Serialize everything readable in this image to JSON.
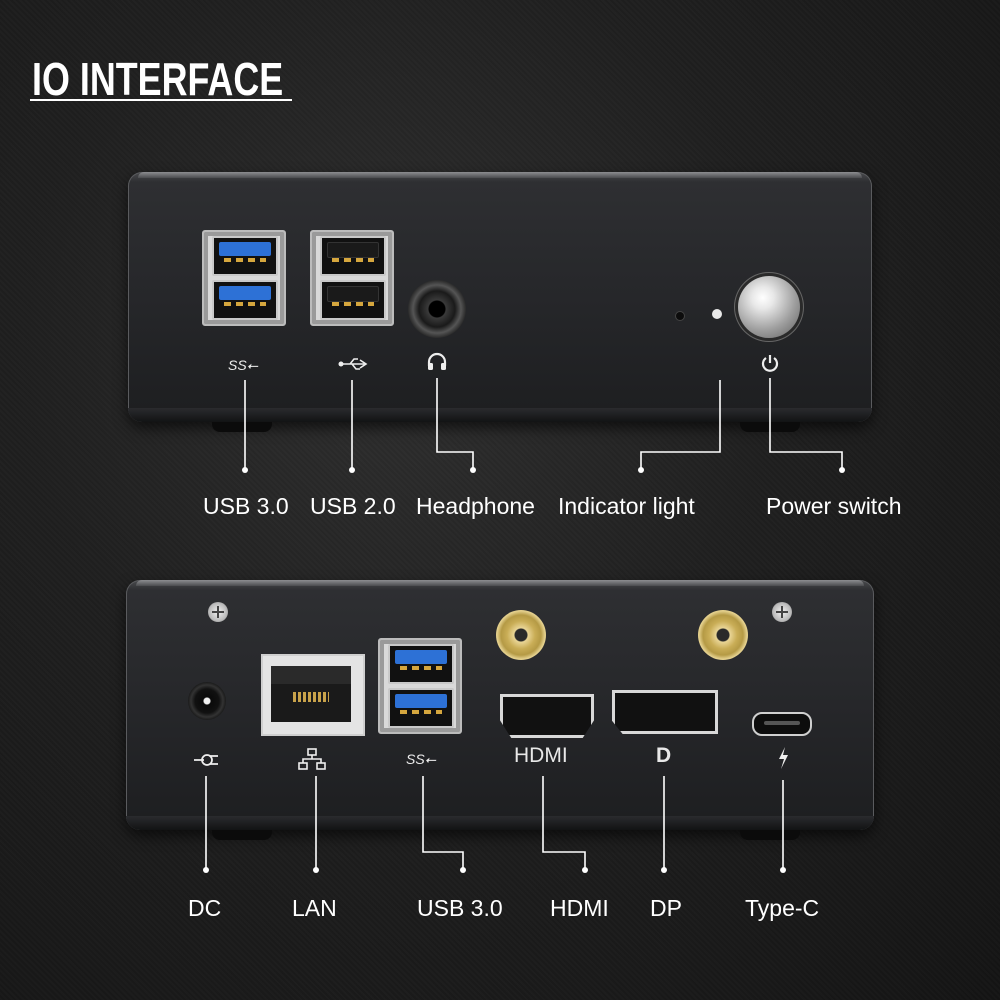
{
  "title": "IO INTERFACE",
  "front_panel": {
    "icons": {
      "usb30": "SS⭠",
      "usb20": "⭠",
      "headphone": "headphone-icon",
      "power": "power-icon"
    },
    "labels": {
      "usb30": "USB 3.0",
      "usb20": "USB 2.0",
      "headphone": "Headphone",
      "indicator": "Indicator light",
      "power": "Power switch"
    }
  },
  "back_panel": {
    "port_text": {
      "hdmi": "HDMI",
      "dp": "D"
    },
    "labels": {
      "dc": "DC",
      "lan": "LAN",
      "usb30": "USB 3.0",
      "hdmi": "HDMI",
      "dp": "DP",
      "typec": "Type-C"
    }
  },
  "colors": {
    "usb3_blue": "#2d71d6",
    "gold": "#c9ad56",
    "background": "#1f1f1f",
    "text": "#ffffff"
  }
}
